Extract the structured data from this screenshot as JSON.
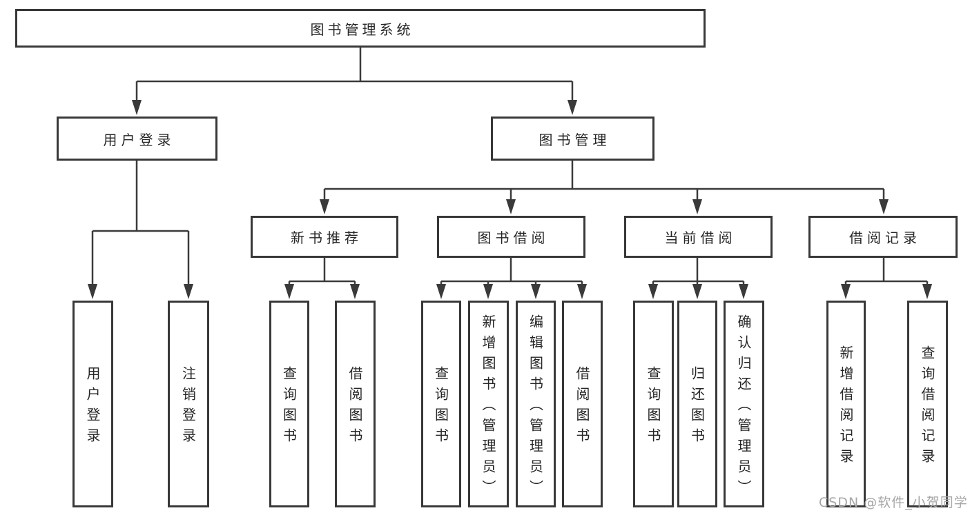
{
  "colors": {
    "background": "#ffffff",
    "box_border": "#383838",
    "line": "#3a3a3a",
    "text": "#262626",
    "watermark": "#a6a6a6"
  },
  "tree": {
    "label": "图书管理系统",
    "children": [
      {
        "label": "用户登录",
        "children": [
          {
            "label": "用户登录"
          },
          {
            "label": "注销登录"
          }
        ]
      },
      {
        "label": "图书管理",
        "children": [
          {
            "label": "新书推荐",
            "children": [
              {
                "label": "查询图书"
              },
              {
                "label": "借阅图书"
              }
            ]
          },
          {
            "label": "图书借阅",
            "children": [
              {
                "label": "查询图书"
              },
              {
                "label": "新增图书（管理员）"
              },
              {
                "label": "编辑图书（管理员）"
              },
              {
                "label": "借阅图书"
              }
            ]
          },
          {
            "label": "当前借阅",
            "children": [
              {
                "label": "查询图书"
              },
              {
                "label": "归还图书"
              },
              {
                "label": "确认归还（管理员）"
              }
            ]
          },
          {
            "label": "借阅记录",
            "children": [
              {
                "label": "新增借阅记录"
              },
              {
                "label": "查询借阅记录"
              }
            ]
          }
        ]
      }
    ]
  },
  "watermark": {
    "text": "CSDN @软件_小贺同学"
  }
}
